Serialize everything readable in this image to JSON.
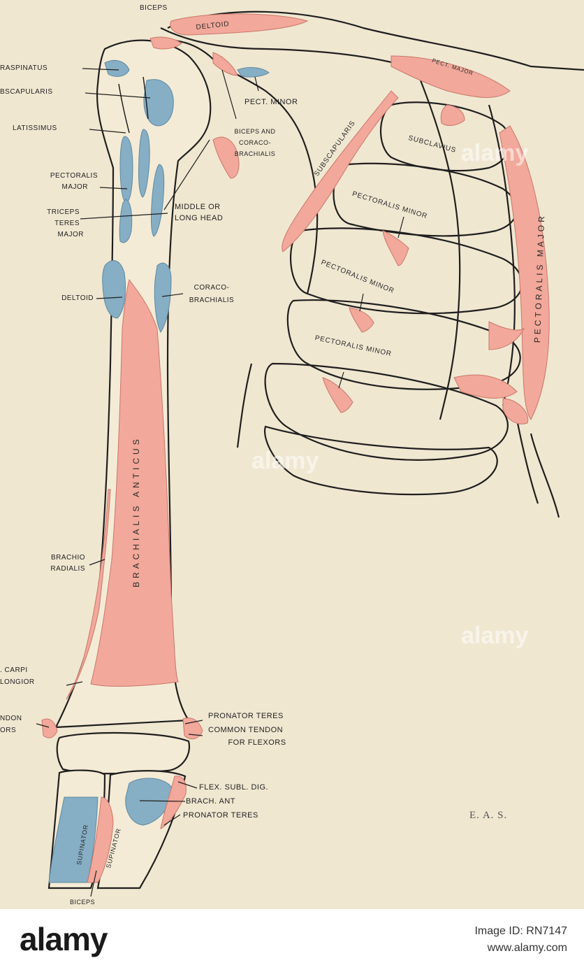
{
  "labels": {
    "biceps_top": "BICEPS",
    "deltoid_clav": "DELTOID",
    "infraspinatus": "RASPINATUS",
    "subscapularis_l": "BSCAPULARIS",
    "latissimus": "LATISSIMUS",
    "pectoralis_major_l1": "PECTORALIS",
    "pectoralis_major_l2": "MAJOR",
    "triceps": "TRICEPS",
    "teres_major_l1": "TERES",
    "teres_major_l2": "MAJOR",
    "deltoid_arm": "DELTOID",
    "pect_minor_top": "PECT. MINOR",
    "biceps_coraco_l1": "BICEPS AND",
    "biceps_coraco_l2": "CORACO-",
    "biceps_coraco_l3": "BRACHIALIS",
    "middle_head_l1": "MIDDLE OR",
    "middle_head_l2": "LONG HEAD",
    "coracobrachialis_l1": "CORACO-",
    "coracobrachialis_l2": "BRACHIALIS",
    "brachialis_anticus": "BRACHIALIS ANTICUS",
    "brachioradialis_l1": "BRACHIO",
    "brachioradialis_l2": "RADIALIS",
    "ext_carpi_l1": ". CARPI",
    "ext_carpi_l2": "LONGIOR",
    "common_tendon_ext_l1": "NDON",
    "common_tendon_ext_l2": "ORS",
    "pronator_teres_1": "PRONATOR TERES",
    "common_tendon_flex_l1": "COMMON TENDON",
    "common_tendon_flex_l2": "FOR FLEXORS",
    "flex_subl_dig": "FLEX. SUBL. DIG.",
    "brach_ant": "BRACH. ANT",
    "pronator_teres_2": "PRONATOR TERES",
    "supinator_1": "SUPINATOR",
    "supinator_2": "SUPINATOR",
    "biceps_bottom": "BICEPS",
    "subscapularis_r": "SUBSCAPULARIS",
    "pect_major_top": "PECT. MAJOR",
    "subclavius": "SUBCLAVIUS",
    "pectoralis_minor_1": "PECTORALIS MINOR",
    "pectoralis_minor_2": "PECTORALIS MINOR",
    "pectoralis_minor_3": "PECTORALIS MINOR",
    "pectoralis_major_side": "PECTORALIS MAJOR"
  },
  "signature": "E. A. S.",
  "watermark": "alamy",
  "footer": {
    "logo": "alamy",
    "image_id": "Image ID: RN7147",
    "site": "www.alamy.com"
  },
  "colors": {
    "paper": "#f0e7d1",
    "origin_red": "#f2a89a",
    "insertion_blue": "#86aec4",
    "ink": "#222222"
  }
}
